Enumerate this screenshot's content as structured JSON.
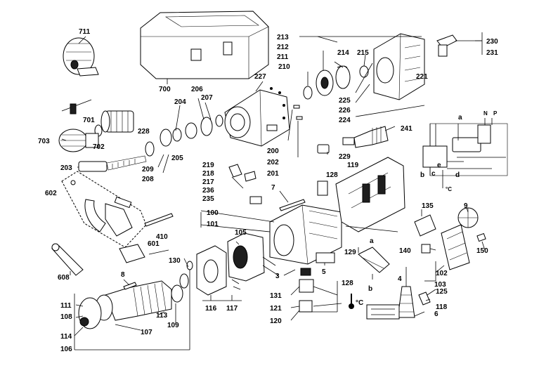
{
  "labels": {
    "p711": "711",
    "p700": "700",
    "p701": "701",
    "p702": "702",
    "p703": "703",
    "p204": "204",
    "p205": "205",
    "p206": "206",
    "p207": "207",
    "p208": "208",
    "p209": "209",
    "p228": "228",
    "p203": "203",
    "p227": "227",
    "p200": "200",
    "p202": "202",
    "p201": "201",
    "p213": "213",
    "p212": "212",
    "p211": "211",
    "p210": "210",
    "p214": "214",
    "p215": "215",
    "p225": "225",
    "p226": "226",
    "p224": "224",
    "p221": "221",
    "p229": "229",
    "p241": "241",
    "p230": "230",
    "p231": "231",
    "p602": "602",
    "p219": "219",
    "p218": "218",
    "p217": "217",
    "p236": "236",
    "p235": "235",
    "p7": "7",
    "p119": "119",
    "p128a": "128",
    "p100": "100",
    "p101": "101",
    "p410": "410",
    "p601": "601",
    "p608": "608",
    "p8": "8",
    "p105": "105",
    "p130": "130",
    "p116": "116",
    "p117": "117",
    "p111": "111",
    "p108": "108",
    "p114": "114",
    "p106": "106",
    "p113": "113",
    "p109": "109",
    "p107": "107",
    "p3": "3",
    "p131": "131",
    "p121": "121",
    "p120": "120",
    "p5": "5",
    "p129": "129",
    "p128b": "128",
    "p135": "135",
    "p9": "9",
    "p140": "140",
    "p150": "150",
    "p102": "102",
    "p103": "103",
    "p125": "125",
    "p118": "118",
    "p4": "4",
    "p6": "6",
    "wa": "a",
    "wb": "b",
    "wc": "c",
    "wd": "d",
    "we": "e",
    "wa2": "a",
    "wb2": "b",
    "wN": "N",
    "wP": "P",
    "tempC1": "°C",
    "tempC2": "°C"
  }
}
